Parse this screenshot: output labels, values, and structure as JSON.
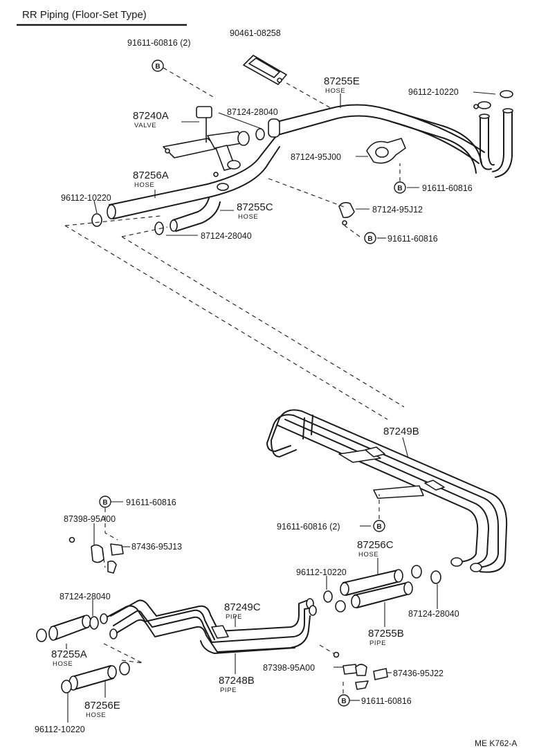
{
  "title": "RR Piping (Floor-Set Type)",
  "code": "ME  K762-A",
  "bolt_marker": "B",
  "labels": {
    "p91611_60816_2_top": "91611-60816 (2)",
    "p90461_08258": "90461-08258",
    "p87255E": "87255E",
    "p87255E_sub": "HOSE",
    "p96112_10220_tr": "96112-10220",
    "p87240A": "87240A",
    "p87240A_sub": "VALVE",
    "p87124_28040_top": "87124-28040",
    "p87124_95J00": "87124-95J00",
    "p91611_60816_r1": "91611-60816",
    "p87256A": "87256A",
    "p87256A_sub": "HOSE",
    "p96112_10220_l": "96112-10220",
    "p87255C": "87255C",
    "p87255C_sub": "HOSE",
    "p87124_95J12": "87124-95J12",
    "p87124_28040_mid": "87124-28040",
    "p91611_60816_r2": "91611-60816",
    "p87249B": "87249B",
    "p91611_60816_ml": "91611-60816",
    "p87398_95A00_l": "87398-95A00",
    "p87436_95J13": "87436-95J13",
    "p91611_60816_2_mid": "91611-60816 (2)",
    "p87256C": "87256C",
    "p87256C_sub": "HOSE",
    "p96112_10220_m": "96112-10220",
    "p87124_28040_l": "87124-28040",
    "p87249C": "87249C",
    "p87249C_sub": "PIPE",
    "p87124_28040_r": "87124-28040",
    "p87255B": "87255B",
    "p87255B_sub": "PIPE",
    "p87255A": "87255A",
    "p87255A_sub": "HOSE",
    "p87398_95A00_r": "87398-95A00",
    "p87436_95J22": "87436-95J22",
    "p87248B": "87248B",
    "p87248B_sub": "PIPE",
    "p91611_60816_bot": "91611-60816",
    "p87256E": "87256E",
    "p87256E_sub": "HOSE",
    "p96112_10220_bot": "96112-10220"
  }
}
